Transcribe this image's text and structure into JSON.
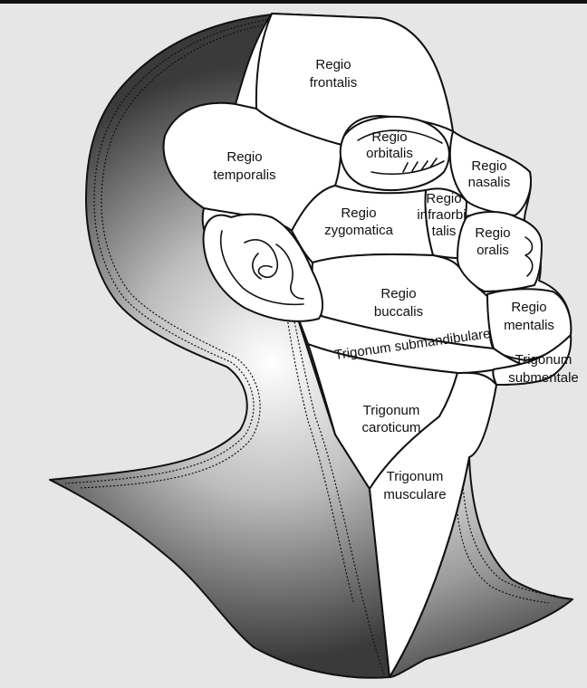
{
  "labels": {
    "frontalis": {
      "line1": "Regio",
      "line2": "frontalis"
    },
    "temporalis": {
      "line1": "Regio",
      "line2": "temporalis"
    },
    "orbitalis": {
      "line1": "Regio",
      "line2": "orbitalis"
    },
    "nasalis": {
      "line1": "Regio",
      "line2": "nasalis"
    },
    "infraorbitalis": {
      "line1": "Regio",
      "line2": "infraorbi-",
      "line3": "talis"
    },
    "zygomatica": {
      "line1": "Regio",
      "line2": "zygomatica"
    },
    "oralis": {
      "line1": "Regio",
      "line2": "oralis"
    },
    "buccalis": {
      "line1": "Regio",
      "line2": "buccalis"
    },
    "mentalis": {
      "line1": "Regio",
      "line2": "mentalis"
    },
    "submandibulare": "Trigonum submandibulare",
    "submentale": {
      "line1": "Trigonum",
      "line2": "submentale"
    },
    "caroticum": {
      "line1": "Trigonum",
      "line2": "caroticum"
    },
    "musculare": {
      "line1": "Trigonum",
      "line2": "musculare"
    }
  },
  "colors": {
    "background": "#e6e6e6",
    "outline": "#111111",
    "region_fill": "#ffffff"
  }
}
